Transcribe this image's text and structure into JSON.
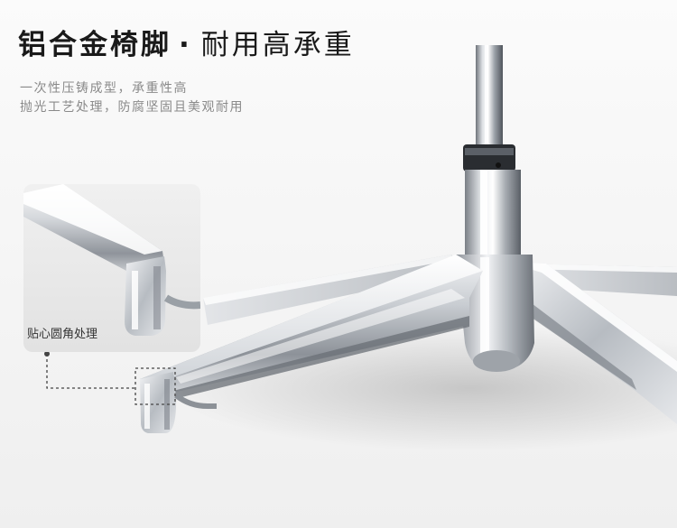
{
  "heading": {
    "main": "铝合金椅脚",
    "separator": "·",
    "sub": "耐用高承重"
  },
  "description": {
    "line1": "一次性压铸成型，承重性高",
    "line2": "抛光工艺处理，防腐坚固且美观耐用"
  },
  "callout": {
    "label": "贴心圆角处理"
  },
  "colors": {
    "title": "#1a1a1a",
    "description": "#8a8a8a",
    "chrome_highlight": "#ffffff",
    "chrome_shadow": "#5f646b",
    "background": "#f6f6f6"
  }
}
